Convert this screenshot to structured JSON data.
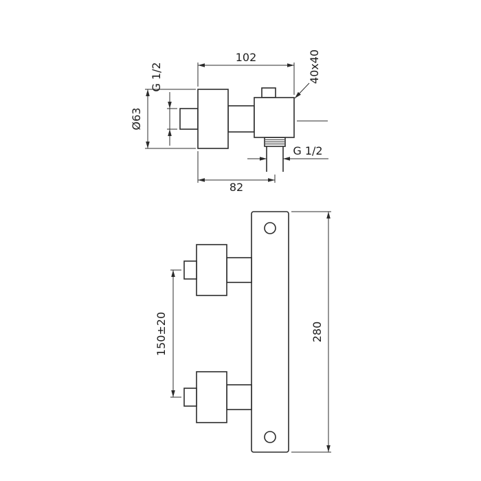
{
  "page": {
    "background": "#ffffff",
    "line_color": "#2b2b2b",
    "text_color": "#1e1e1e",
    "description": "Technical dimension drawing of a wall-mounted shower mixer: side view (top) and front view (bottom)"
  },
  "side_view": {
    "dim_depth_total": "102",
    "handle_section": "40x40",
    "inlet_thread": "G 1/2",
    "escutcheon_diameter": "Ø63",
    "dim_outlet_offset": "82",
    "outlet_thread": "G 1/2"
  },
  "front_view": {
    "inlet_spacing": "150±20",
    "total_height": "280"
  }
}
